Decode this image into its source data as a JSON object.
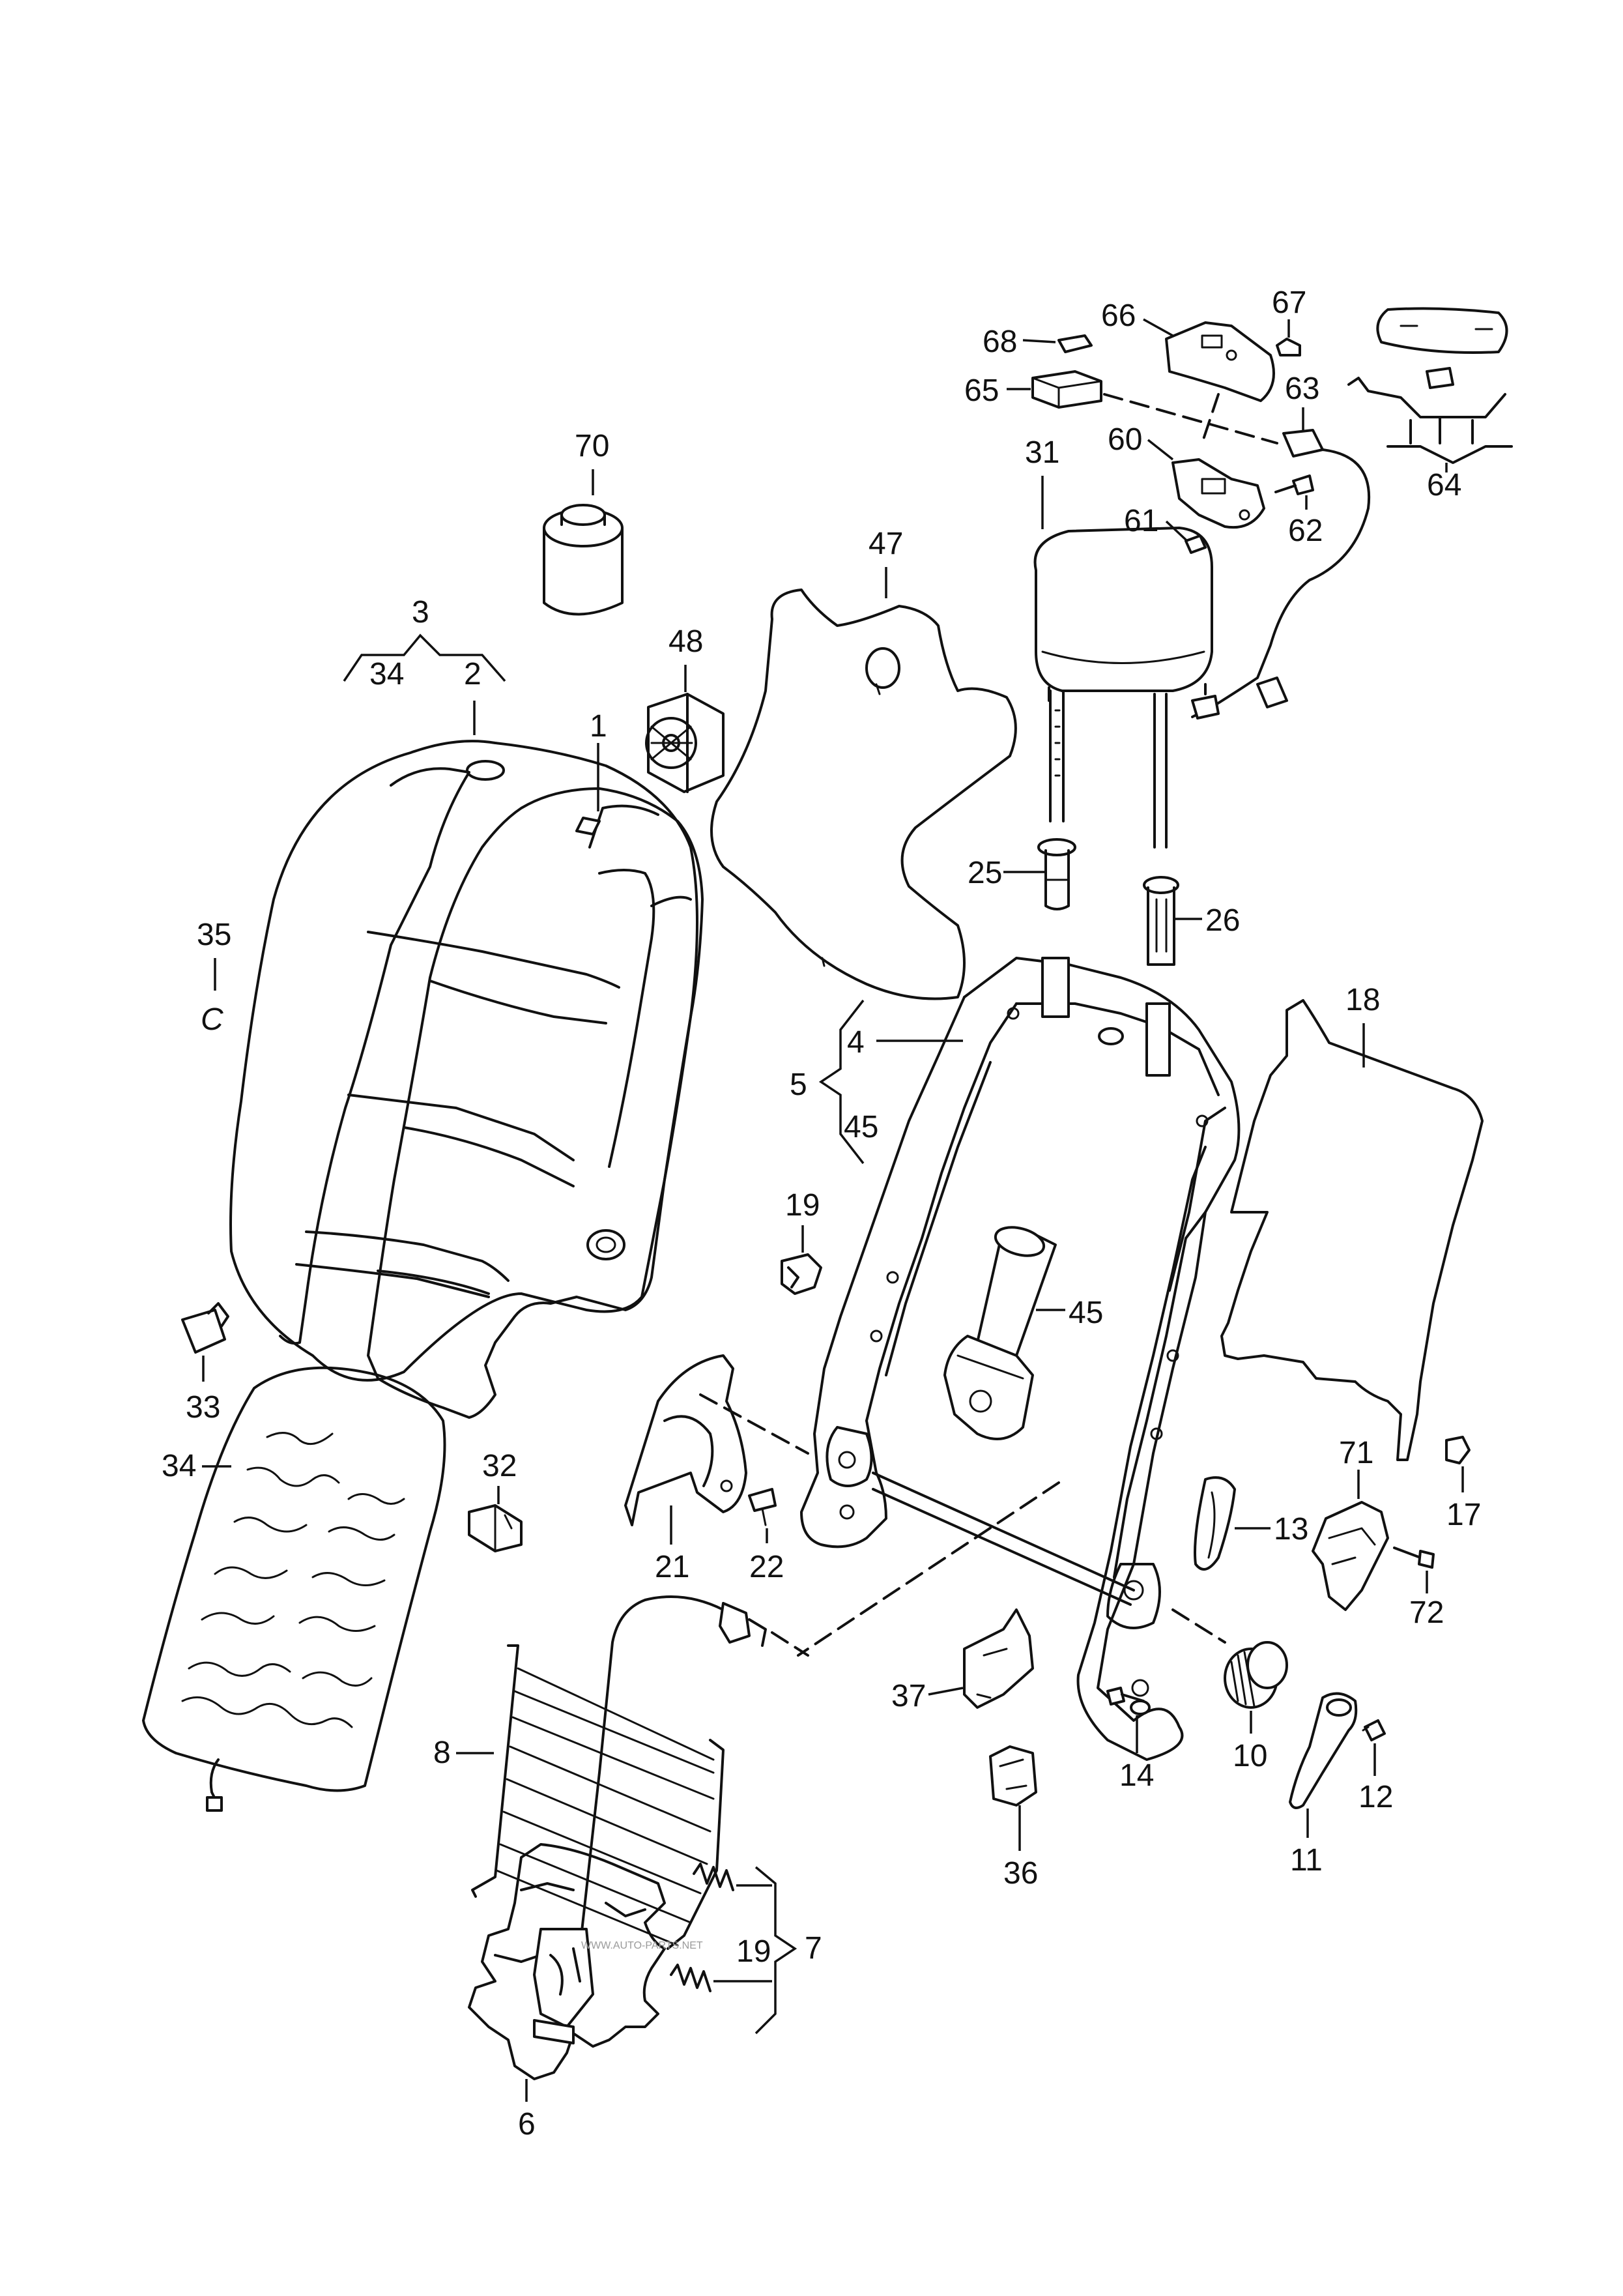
{
  "diagram": {
    "type": "exploded-parts-diagram",
    "line_color": "#111111",
    "background": "#ffffff"
  },
  "callouts": {
    "c1": "1",
    "c2": "2",
    "c3": "3",
    "c4": "4",
    "c5": "5",
    "c6": "6",
    "c7": "7",
    "c8": "8",
    "c10": "10",
    "c11": "11",
    "c12": "12",
    "c13": "13",
    "c14": "14",
    "c17": "17",
    "c18": "18",
    "c19a": "19",
    "c19b": "19",
    "c21": "21",
    "c22": "22",
    "c25": "25",
    "c26": "26",
    "c31": "31",
    "c32": "32",
    "c33": "33",
    "c34a": "34",
    "c34b": "34",
    "c35": "35",
    "c36": "36",
    "c37": "37",
    "c45a": "45",
    "c45b": "45",
    "c47": "47",
    "c48": "48",
    "c60": "60",
    "c61": "61",
    "c62": "62",
    "c63": "63",
    "c64": "64",
    "c65": "65",
    "c66": "66",
    "c67": "67",
    "c68": "68",
    "c70": "70",
    "c71": "71",
    "c72": "72"
  },
  "symbols": {
    "clip_35": "C"
  },
  "watermark": "WWW.AUTO-PARTS.NET"
}
